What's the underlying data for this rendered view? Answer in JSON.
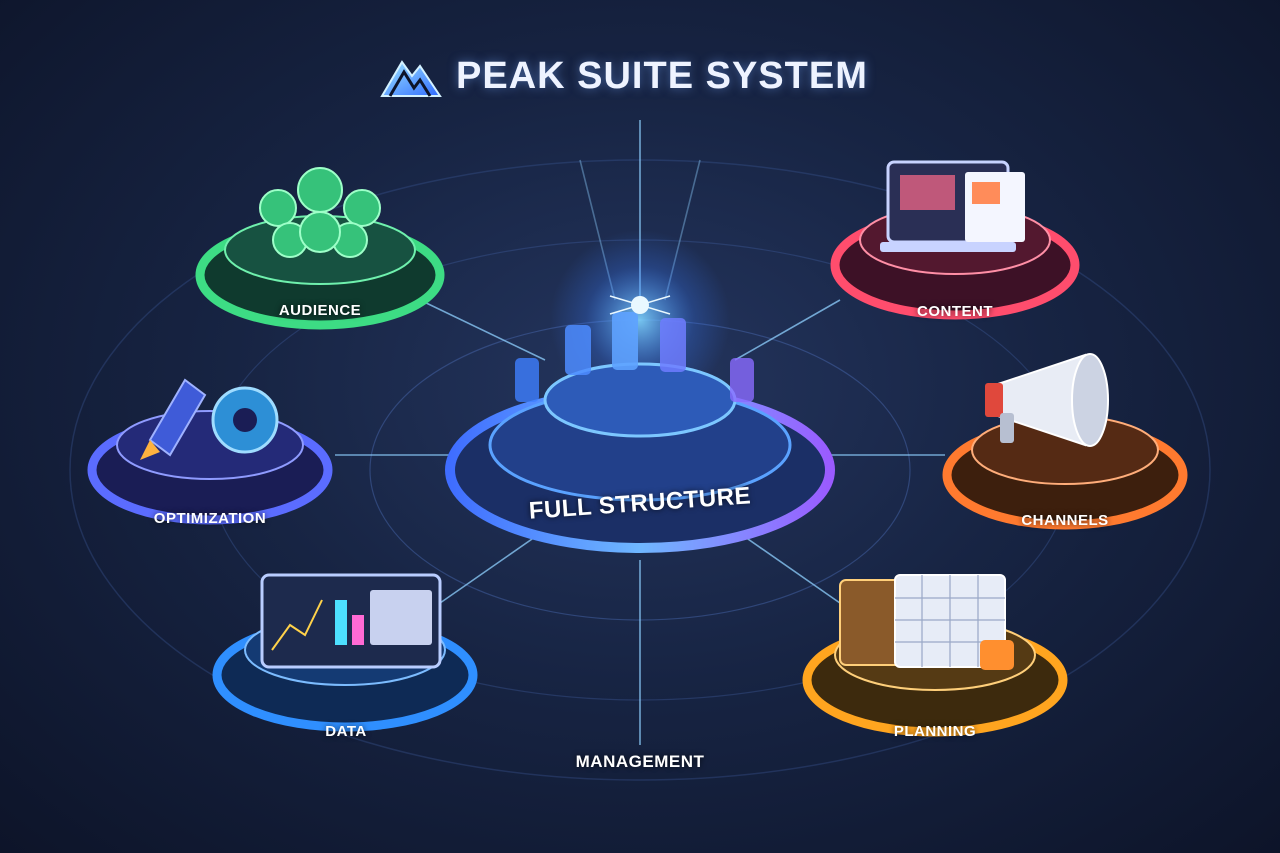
{
  "header": {
    "title": "PEAK SUITE SYSTEM",
    "logo_icon": "mountain-peak-icon"
  },
  "hub": {
    "label": "FULL STRUCTURE"
  },
  "modules": [
    {
      "id": "audience",
      "label": "AUDIENCE",
      "icon": "user-group-icon",
      "color": "#3ddc84"
    },
    {
      "id": "content",
      "label": "CONTENT",
      "icon": "laptop-document-icon",
      "color": "#ff4d6d"
    },
    {
      "id": "optimization",
      "label": "OPTIMIZATION",
      "icon": "rocket-gear-icon",
      "color": "#5b6cff"
    },
    {
      "id": "channels",
      "label": "CHANNELS",
      "icon": "megaphone-icon",
      "color": "#ff7a2f"
    },
    {
      "id": "data",
      "label": "DATA",
      "icon": "analytics-dashboard-icon",
      "color": "#2f8fff"
    },
    {
      "id": "planning",
      "label": "PLANNING",
      "icon": "calendar-board-icon",
      "color": "#ffa51f"
    }
  ],
  "footer": {
    "label": "MANAGEMENT"
  }
}
